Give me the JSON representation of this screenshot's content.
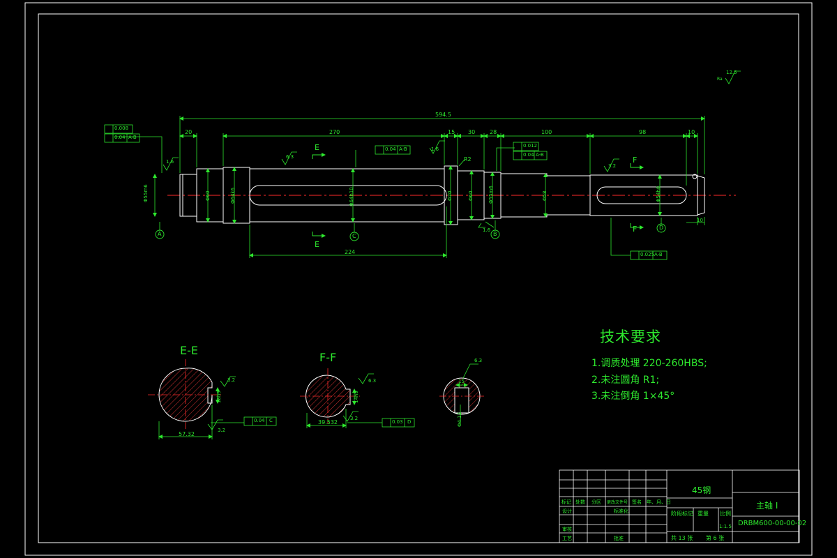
{
  "view_labels": {
    "section_e": "E-E",
    "section_f": "F-F"
  },
  "section_cut_labels": {
    "e_top": "E",
    "e_bottom": "E",
    "f_top": "F",
    "f_bottom": "F"
  },
  "datums": [
    "A",
    "C",
    "B",
    "D"
  ],
  "dimensions": {
    "overall": "594.5",
    "seg_20": "20",
    "seg_270": "270",
    "seg_15": "15",
    "seg_30": "30",
    "seg_28": "28",
    "seg_100": "100",
    "seg_98": "98",
    "seg_10": "10",
    "keyway_224": "224",
    "end_10": "10",
    "r2": "R2",
    "d1": "Φ55m6",
    "d2": "Φ60",
    "d3": "Φ64k6",
    "d4": "Φ64h10",
    "d5": "Φ70",
    "d6": "Φ60",
    "d7": "Φ55m6",
    "d8": "Φ58",
    "d9": "Φ54h6",
    "ee_dim": "57.32",
    "ee_key": "18h9",
    "ff_dim": "39.532",
    "ff_key": "14h9",
    "detail_dim": "Φ4.12",
    "detail_w": "15"
  },
  "roughness": {
    "r1": "1.6",
    "r2": "6.3",
    "r3": "1.6",
    "r4": "3.2",
    "r5": "1.6",
    "r6": "3.2",
    "r7": "3.2",
    "r8": "6.3",
    "r9": "3.2",
    "r10": "6.3",
    "general": "12.5",
    "general_prefix": "Ra"
  },
  "tolerance_frames": {
    "left_cyl": [
      "0.008"
    ],
    "left_runout": [
      "0.04",
      "A-B"
    ],
    "mid_runout": [
      "0.04",
      "A-B"
    ],
    "right_cyl": [
      "0.012"
    ],
    "right_runout": [
      "0.04",
      "A-B"
    ],
    "bottom_runout": [
      "0.025",
      "A-B"
    ],
    "ee_sym": [
      "0.04",
      "C"
    ],
    "ff_sym": [
      "0.03",
      "D"
    ]
  },
  "tech_requirements": {
    "title": "技术要求",
    "items": [
      "1.调质处理 220-260HBS;",
      "2.未注圆角 R1;",
      "3.未注倒角 1×45°"
    ]
  },
  "title_block": {
    "material": "45钢",
    "part_name": "主轴 I",
    "drawing_no": "DRBM600-00-00-02",
    "scale_label": "比例",
    "scale": "1:1.5",
    "weight_label": "重量",
    "stage_label": "阶段标记",
    "headers": [
      "标记",
      "处数",
      "分区",
      "更改文件号",
      "签名",
      "年、月、日"
    ],
    "design": "设计",
    "standard": "标准化",
    "review": "审核",
    "process": "工艺",
    "approve": "批准",
    "sheets_total": "共 13 张",
    "sheet_no": "第 6 张"
  },
  "colors": {
    "outline": "#ffffff",
    "dimension": "#2ee82e",
    "centerline": "#ff2a2a",
    "hatch": "#ff3b3b",
    "background": "#000000"
  }
}
